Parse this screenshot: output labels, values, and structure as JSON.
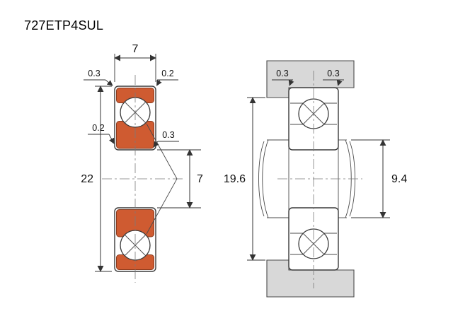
{
  "title": "727ETP4SUL",
  "colors": {
    "ring": "#cf5b31",
    "housing": "#d8d8d8"
  },
  "left_view": {
    "width": "7",
    "outer_diameter": "22",
    "bore": "7",
    "chamfer_top_left": "0.3",
    "chamfer_top_right": "0.2",
    "chamfer_mid_left": "0.2",
    "chamfer_mid_right": "0.3"
  },
  "right_view": {
    "fillet_top_left": "0.3",
    "fillet_top_right": "0.3",
    "housing_abutment_diameter": "19.6",
    "shaft_abutment_diameter": "9.4"
  }
}
